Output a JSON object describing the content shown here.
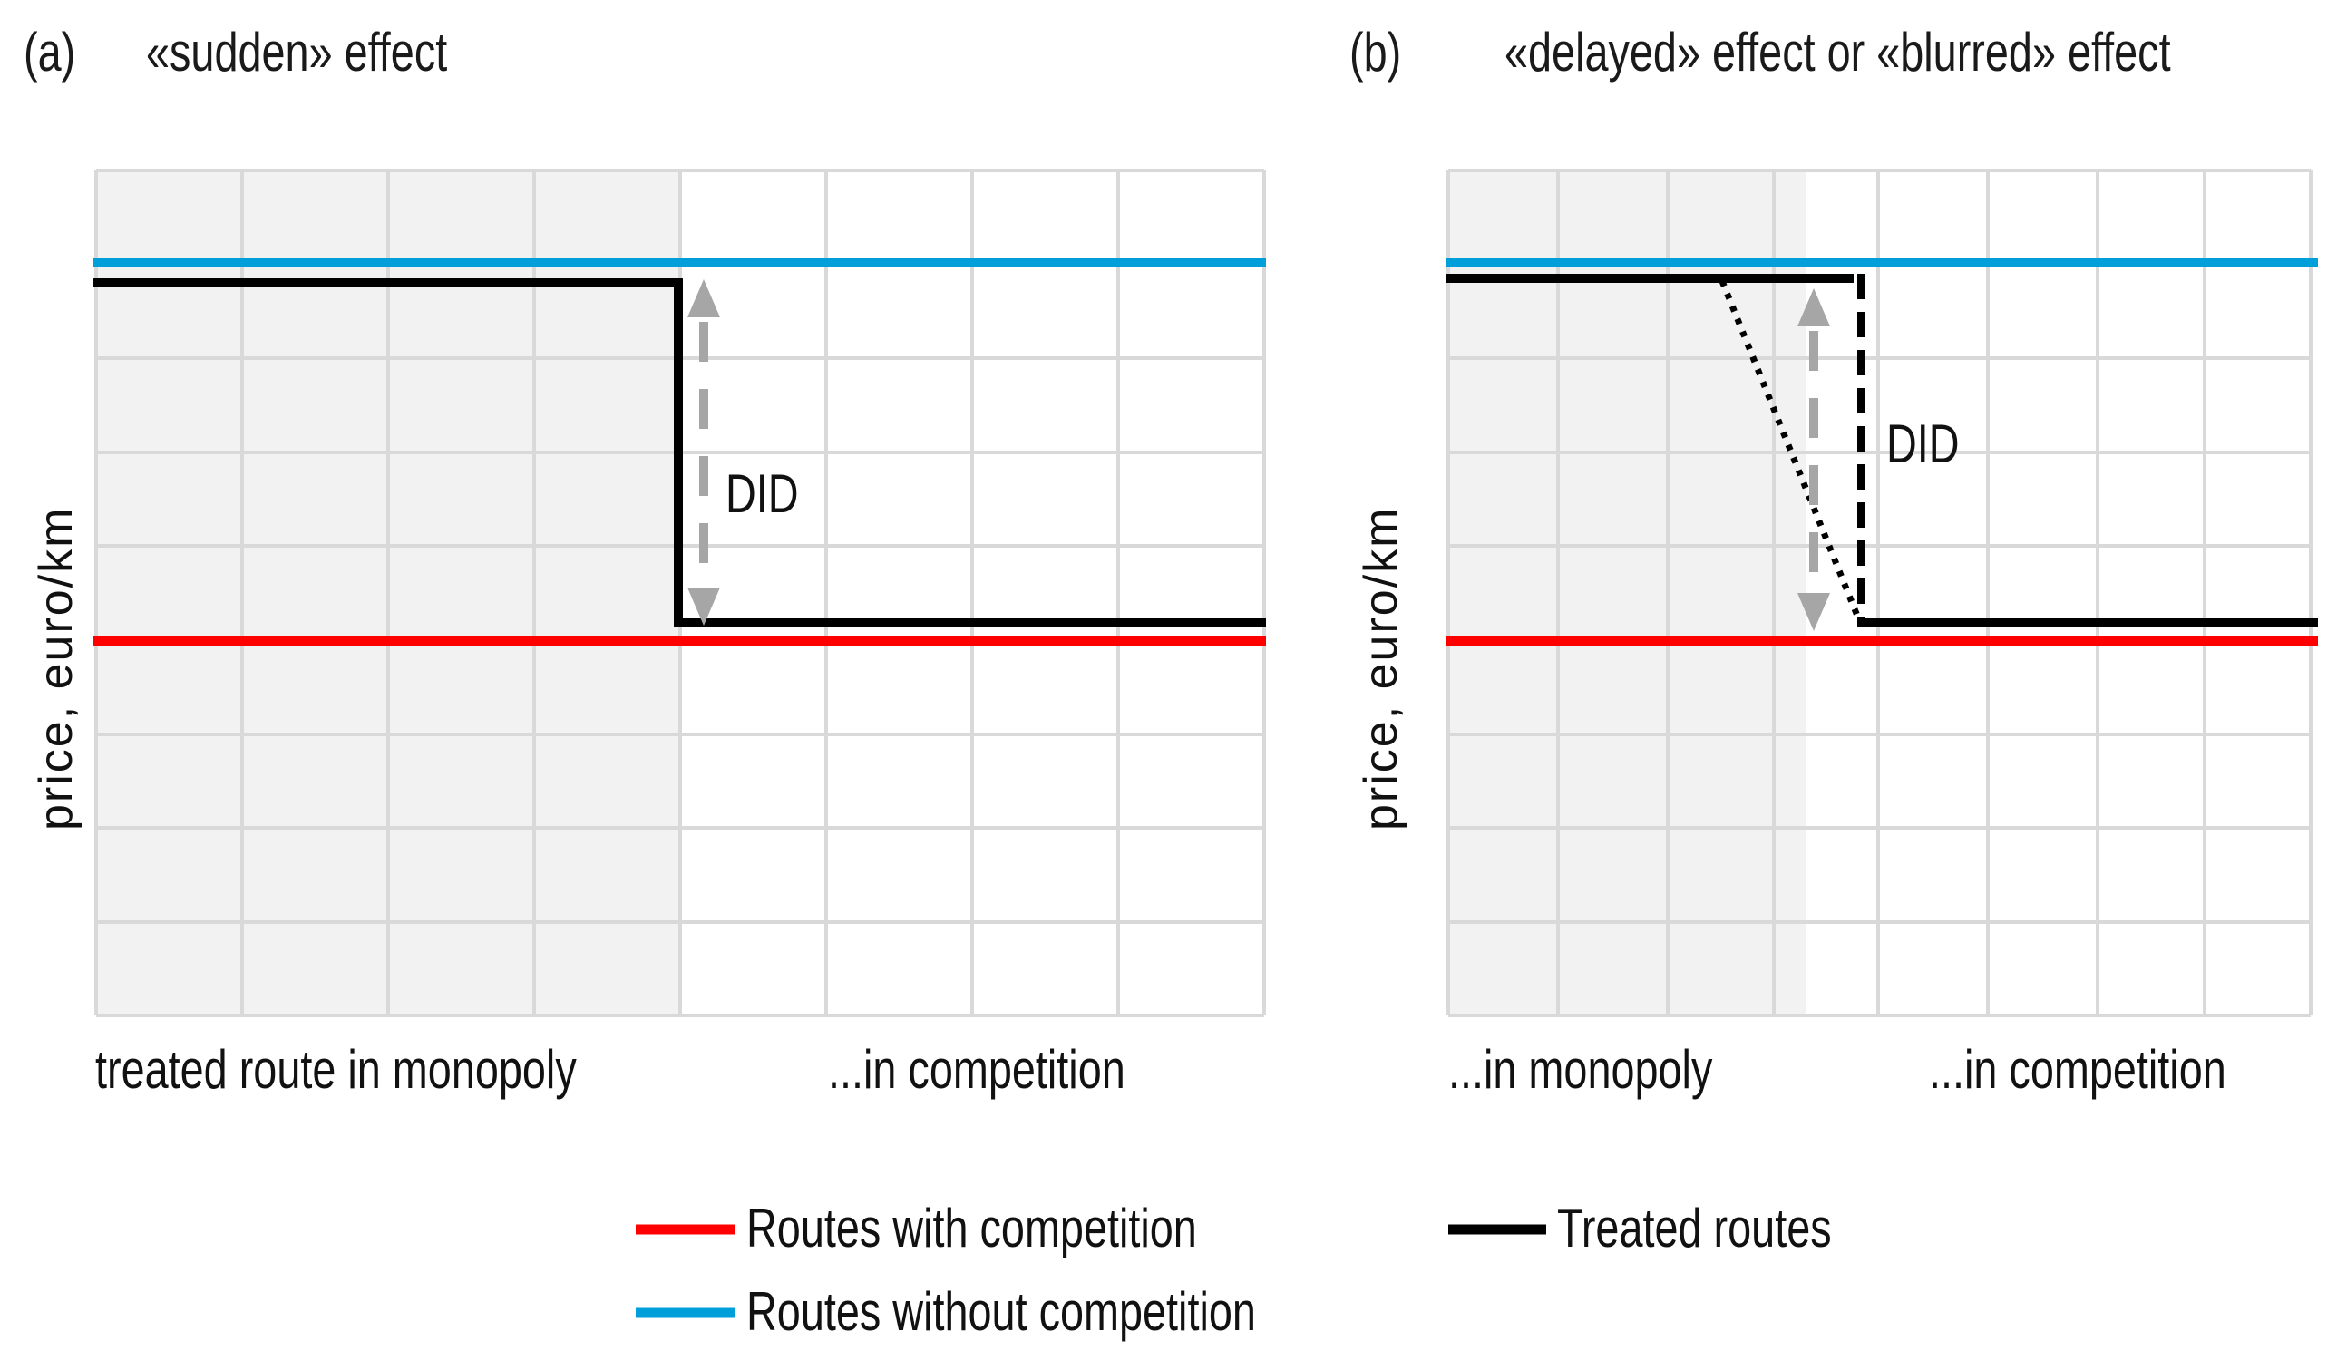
{
  "panels": [
    {
      "id": "a",
      "tag": "(a)",
      "title": "«sudden» effect",
      "ylabel": "price, euro/km",
      "xlabels": [
        "treated route in monopoly",
        "...in competition"
      ],
      "annotation": "DID"
    },
    {
      "id": "b",
      "tag": "(b)",
      "title": "«delayed» effect or «blurred» effect",
      "ylabel": "price, euro/km",
      "xlabels": [
        "...in monopoly",
        "...in competition"
      ],
      "annotation": "DID"
    }
  ],
  "legend": [
    {
      "label": "Routes with competition",
      "color": "#ff0000"
    },
    {
      "label": "Routes without competition",
      "color": "#009fda"
    },
    {
      "label": "Treated routes",
      "color": "#000000"
    }
  ],
  "colors": {
    "red": "#ff0000",
    "blue": "#009fda",
    "black": "#000000",
    "grid": "#d9d9d9",
    "shade": "#f2f2f2",
    "arrow": "#a6a6a6"
  },
  "chart_data": [
    {
      "type": "line",
      "title": "«sudden» effect",
      "panel": "(a)",
      "xlabel": "treated route in monopoly → ...in competition",
      "ylabel": "price, euro/km",
      "grid": true,
      "x": [
        0,
        4,
        4,
        8
      ],
      "series": [
        {
          "name": "Routes without competition",
          "color": "#009fda",
          "values": [
            7,
            7,
            7,
            7
          ]
        },
        {
          "name": "Routes with competition",
          "color": "#ff0000",
          "values": [
            3,
            3,
            3,
            3
          ]
        },
        {
          "name": "Treated routes",
          "color": "#000000",
          "values": [
            6.8,
            6.8,
            3.2,
            3.2
          ]
        }
      ],
      "annotations": [
        "DID (difference-in-differences arrow between treated pre and post levels)"
      ],
      "shaded_region": {
        "x": [
          0,
          4
        ],
        "label": "monopoly period"
      },
      "ylim": [
        0,
        9
      ]
    },
    {
      "type": "line",
      "title": "«delayed» effect or «blurred» effect",
      "panel": "(b)",
      "xlabel": "...in monopoly → ...in competition",
      "ylabel": "price, euro/km",
      "grid": true,
      "x": [
        0,
        2.5,
        3.7,
        3.8,
        8
      ],
      "series": [
        {
          "name": "Routes without competition",
          "color": "#009fda",
          "values": [
            7,
            7,
            7,
            7,
            7
          ]
        },
        {
          "name": "Routes with competition",
          "color": "#ff0000",
          "values": [
            3,
            3,
            3,
            3,
            3
          ]
        },
        {
          "name": "Treated routes (delayed, dashed)",
          "color": "#000000",
          "values": [
            6.9,
            6.9,
            6.9,
            3.2,
            3.2
          ]
        },
        {
          "name": "Treated routes (blurred, dotted)",
          "color": "#000000",
          "values": [
            6.9,
            6.9,
            null,
            3.2,
            3.2
          ]
        }
      ],
      "annotations": [
        "DID"
      ],
      "shaded_region": {
        "x": [
          0,
          3.3
        ],
        "label": "monopoly period"
      },
      "ylim": [
        0,
        9
      ]
    }
  ]
}
